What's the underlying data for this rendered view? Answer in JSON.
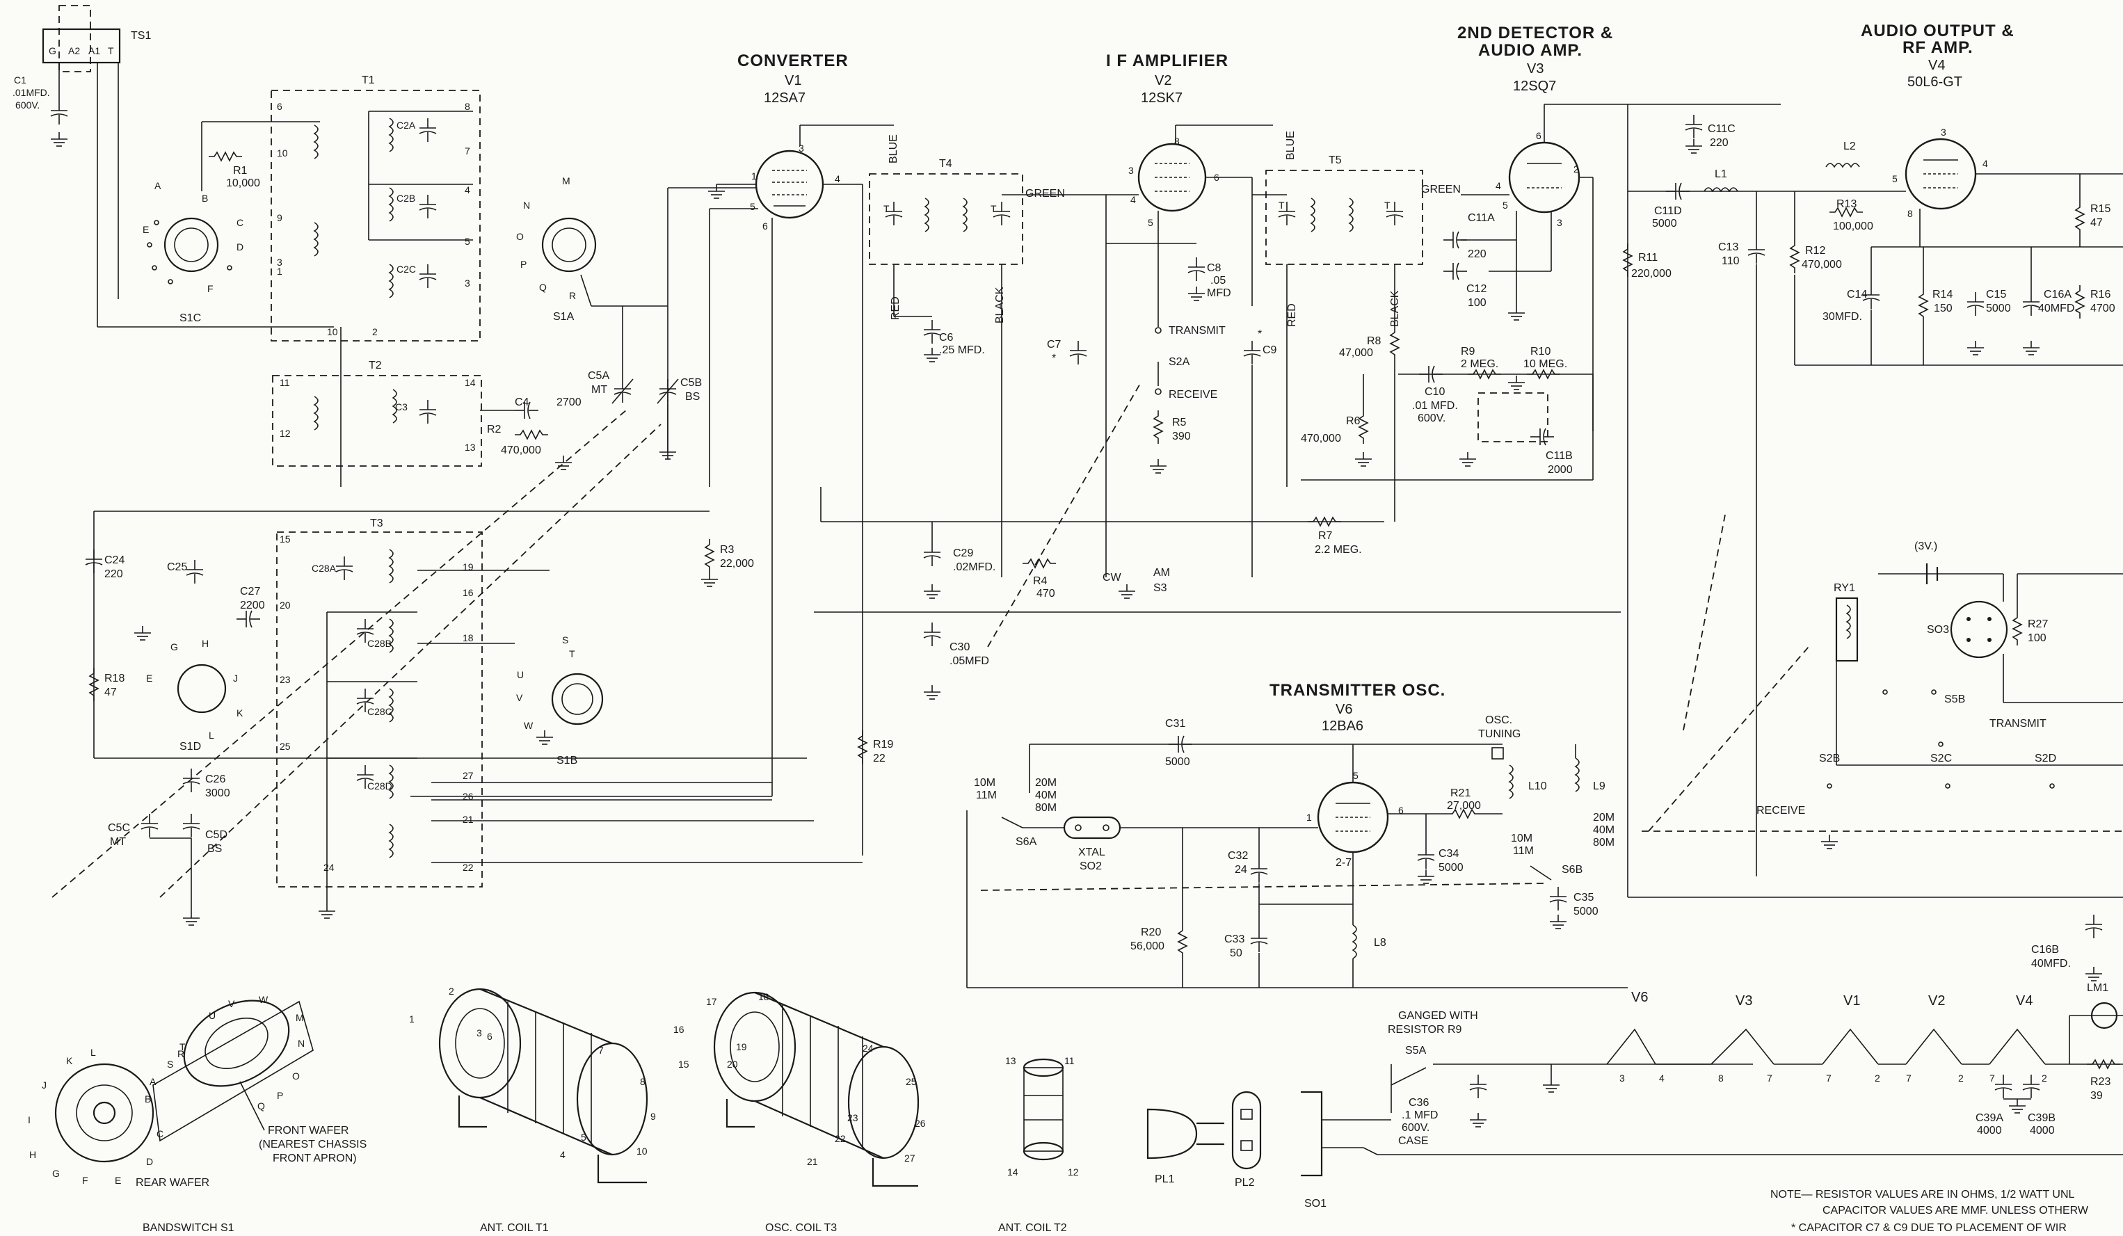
{
  "stages": {
    "converter": {
      "title": "CONVERTER",
      "tube_ref": "V1",
      "tube_type": "12SA7"
    },
    "if_amp": {
      "title": "I F AMPLIFIER",
      "tube_ref": "V2",
      "tube_type": "12SK7"
    },
    "detector": {
      "title1": "2ND DETECTOR &",
      "title2": "AUDIO AMP.",
      "tube_ref": "V3",
      "tube_type": "12SQ7"
    },
    "audio_out": {
      "title1": "AUDIO OUTPUT &",
      "title2": "RF AMP.",
      "tube_ref": "V4",
      "tube_type": "50L6-GT"
    },
    "tx_osc": {
      "title": "TRANSMITTER OSC.",
      "tube_ref": "V6",
      "tube_type": "12BA6"
    }
  },
  "labels": {
    "ts1": "TS1",
    "c1": [
      "C1",
      ".01MFD.",
      "600V."
    ],
    "t1": "T1",
    "t2": "T2",
    "t3": "T3",
    "t4": "T4",
    "t5": "T5",
    "r1": [
      "R1",
      "10,000"
    ],
    "r2": [
      "R2",
      "470,000"
    ],
    "c4": [
      "C4",
      "2700"
    ],
    "s1c": "S1C",
    "s1a": "S1A",
    "s1b": "S1B",
    "s1d": "S1D",
    "c5a": [
      "C5A",
      "MT"
    ],
    "c5b": [
      "C5B",
      "BS"
    ],
    "c24": [
      "C24",
      "220"
    ],
    "c25": "C25",
    "c27": [
      "C27",
      "2200"
    ],
    "r18": [
      "R18",
      "47"
    ],
    "c26": [
      "C26",
      "3000"
    ],
    "c5c": [
      "C5C",
      "MT"
    ],
    "c5d": [
      "C5D",
      "BS"
    ],
    "r3": [
      "R3",
      "22,000"
    ],
    "r19": [
      "R19",
      "22"
    ],
    "c6": [
      "C6",
      ".25 MFD."
    ],
    "c29": [
      "C29",
      ".02MFD."
    ],
    "c30": [
      "C30",
      ".05MFD"
    ],
    "r4": [
      "R4",
      "470"
    ],
    "cw": "CW",
    "am": "AM",
    "s3": "S3",
    "c7": "C7",
    "c8": [
      "C8",
      ".05",
      "MFD"
    ],
    "c9": "C9",
    "transmit": "TRANSMIT",
    "receive": "RECEIVE",
    "s2a": "S2A",
    "r5": [
      "R5",
      "390"
    ],
    "r7": [
      "R7",
      "2.2 MEG."
    ],
    "c11a": "C11A",
    "c11a_val": "220",
    "c12": [
      "C12",
      "100"
    ],
    "r8": [
      "R8",
      "47,000"
    ],
    "r6": [
      "R6",
      "470,000"
    ],
    "r9": [
      "R9",
      "2 MEG."
    ],
    "r10": [
      "R10",
      "10 MEG."
    ],
    "c10": [
      "C10",
      ".01 MFD.",
      "600V."
    ],
    "c11b": [
      "C11B",
      "2000"
    ],
    "c11c": [
      "C11C",
      "220"
    ],
    "c11d": [
      "C11D",
      "5000"
    ],
    "l1": "L1",
    "r11": [
      "R11",
      "220,000"
    ],
    "c13": [
      "C13",
      "110"
    ],
    "r12": [
      "R12",
      "470,000"
    ],
    "l2": "L2",
    "r13": [
      "R13",
      "100,000"
    ],
    "c14": [
      "C14",
      "30MFD."
    ],
    "r14": [
      "R14",
      "150"
    ],
    "c15": [
      "C15",
      "5000"
    ],
    "c16a": [
      "C16A",
      "40MFD."
    ],
    "r15": [
      "R15",
      "47"
    ],
    "r16": [
      "R16",
      "4700"
    ],
    "ry1": "RY1",
    "batt": "(3V.)",
    "so3": "SO3",
    "r27": [
      "R27",
      "100"
    ],
    "s5b": "S5B",
    "transmit2": "TRANSMIT",
    "receive2": "RECEIVE",
    "s2b": "S2B",
    "s2c": "S2C",
    "s2d": "S2D",
    "c31": [
      "C31",
      "5000"
    ],
    "osc_tuning": [
      "OSC.",
      "TUNING"
    ],
    "l10": "L10",
    "l9": "L9",
    "r21": [
      "R21",
      "27,000"
    ],
    "band_tx": [
      "20M",
      "40M",
      "80M"
    ],
    "band_rx": [
      "10M",
      "11M"
    ],
    "xtal": [
      "XTAL",
      "SO2"
    ],
    "s6a": "S6A",
    "s6b": "S6B",
    "c32": [
      "C32",
      "24"
    ],
    "c33": [
      "C33",
      "50"
    ],
    "r20": [
      "R20",
      "56,000"
    ],
    "c34": [
      "C34",
      "5000"
    ],
    "c35": [
      "C35",
      "5000"
    ],
    "l8": "L8",
    "pin27": "2-7",
    "c16b": [
      "C16B",
      "40MFD."
    ],
    "lm1": "LM1",
    "r23": [
      "R23",
      "39"
    ],
    "ganged": [
      "GANGED WITH",
      "RESISTOR R9"
    ],
    "s5a": "S5A",
    "c36": [
      "C36",
      ".1 MFD",
      "600V."
    ],
    "case": "CASE",
    "heater": [
      "V6",
      "V3",
      "V1",
      "V2",
      "V4"
    ],
    "c39a": [
      "C39A",
      "4000"
    ],
    "c39b": [
      "C39B",
      "4000"
    ],
    "pl1": "PL1",
    "pl2": "PL2",
    "so1": "SO1",
    "wire_green": "GREEN",
    "wire_blue": "BLUE",
    "wire_red": "RED",
    "wire_black": "BLACK"
  },
  "parts": {
    "bandswitch": "BANDSWITCH S1",
    "front_wafer": [
      "FRONT WAFER",
      "(NEAREST CHASSIS",
      "FRONT APRON)"
    ],
    "rear_wafer": "REAR WAFER",
    "ant_coil_t1": "ANT. COIL T1",
    "osc_coil_t3": "OSC. COIL T3",
    "ant_coil_t2": "ANT. COIL T2"
  },
  "notes": {
    "line1": "NOTE— RESISTOR VALUES ARE IN OHMS, 1/2 WATT UNL",
    "line2": "CAPACITOR VALUES ARE MMF. UNLESS OTHERW",
    "line3": "* CAPACITOR C7 & C9 DUE TO PLACEMENT OF WIR"
  }
}
